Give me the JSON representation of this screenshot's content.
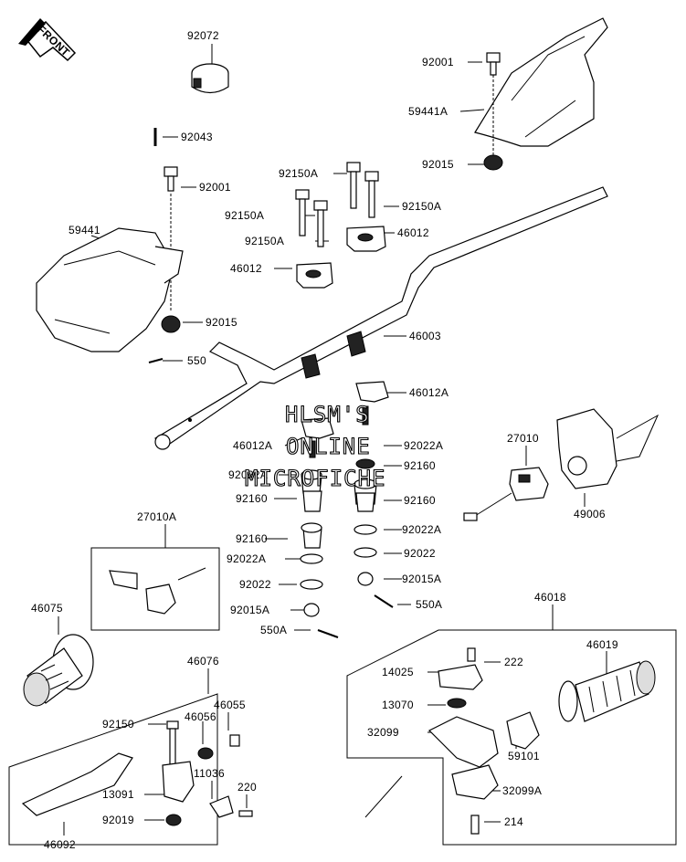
{
  "front_label": "FRONT",
  "watermark": [
    "HLSM'S",
    "ONLINE",
    "MICROFICHE"
  ],
  "labels": {
    "p92072": "92072",
    "p92001a": "92001",
    "p59441A": "59441A",
    "p92015a": "92015",
    "p92043": "92043",
    "p92001b": "92001",
    "p92150A_1": "92150A",
    "p92150A_2": "92150A",
    "p92150A_3": "92150A",
    "p92150A_4": "92150A",
    "p46012a": "46012",
    "p46012b": "46012",
    "p59441": "59441",
    "p92015b": "92015",
    "p550": "550",
    "p46003": "46003",
    "p46012A_1": "46012A",
    "p46012A_2": "46012A",
    "p92022A_1": "92022A",
    "p92022A_2": "92022A",
    "p92022A_3": "92022A",
    "p92022A_4": "92022A",
    "p92160_1": "92160",
    "p92160_2": "92160",
    "p92160_3": "92160",
    "p92160_4": "92160",
    "p92022_1": "92022",
    "p92022_2": "92022",
    "p92015A_1": "92015A",
    "p92015A_2": "92015A",
    "p550A_1": "550A",
    "p550A_2": "550A",
    "p27010": "27010",
    "p49006": "49006",
    "p27010A": "27010A",
    "p46075": "46075",
    "p46076": "46076",
    "p46018": "46018",
    "p46019": "46019",
    "p14025": "14025",
    "p222": "222",
    "p13070": "13070",
    "p32099": "32099",
    "p59101": "59101",
    "p32099A": "32099A",
    "p214": "214",
    "p92150": "92150",
    "p46056": "46056",
    "p46055": "46055",
    "p11036": "11036",
    "p220": "220",
    "p13091": "13091",
    "p92019": "92019",
    "p46092": "46092"
  }
}
